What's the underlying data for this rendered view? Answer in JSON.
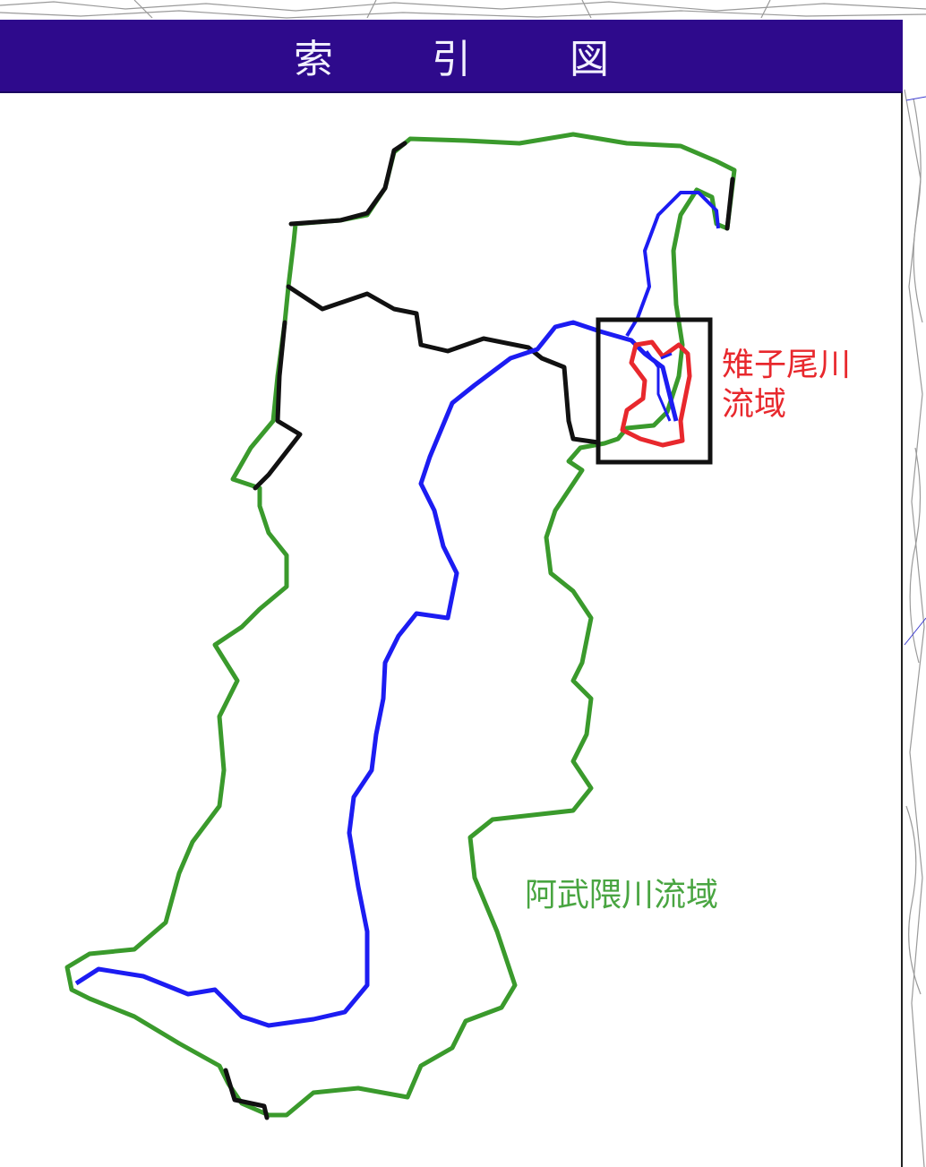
{
  "header": {
    "title": "索 引 図"
  },
  "labels": {
    "hinakoo_line1": "雉子尾川",
    "hinakoo_line2": "流域",
    "abukuma": "阿武隈川流域"
  },
  "colors": {
    "header_bg": "#2e0a8c",
    "basin_outline": "#3a9a2c",
    "river": "#1c1cf2",
    "boundary": "#111111",
    "sub_basin": "#e8282d",
    "inset_frame": "#111111"
  }
}
